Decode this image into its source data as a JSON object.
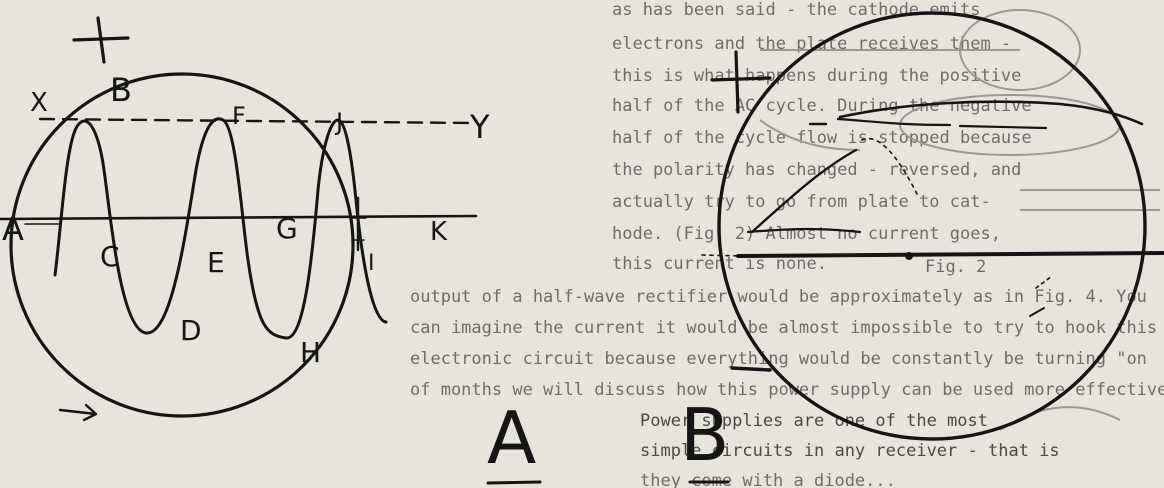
{
  "figure_a": {
    "caption": "A",
    "plus_sign": "+",
    "labels": {
      "x": "X",
      "y": "Y",
      "a": "A",
      "b": "B",
      "c": "C",
      "d": "D",
      "e": "E",
      "f": "F",
      "g": "G",
      "h": "H",
      "i": "I",
      "j": "J",
      "k": "K"
    }
  },
  "figure_b": {
    "caption": "B",
    "plus_sign": "+",
    "minus_sign": "—"
  },
  "bleed_through_text": [
    "as has been said - the cathode emits",
    "electrons and the plate receives them -",
    "this is what happens during the positive",
    "half of the AC cycle. During the negative",
    "half of the cycle flow is stopped because",
    "the polarity has changed - reversed, and",
    "actually try to go from plate to cat-",
    "hode. (Fig. 2) Almost no current goes,",
    "this current is none."
  ],
  "bleed_through_lower": [
    "output of a half-wave rectifier would be approximately as in Fig. 4. You",
    "can imagine the current it would be almost impossible to try to hook this",
    "electronic circuit because everything would be constantly be turning \"on",
    "of months we will discuss how this power supply can be used more effectively",
    "Power supplies are one of the most",
    "simple circuits in any receiver - that is",
    "they come with a diode..."
  ],
  "bleed_through_fig_label": "Fig. 2"
}
